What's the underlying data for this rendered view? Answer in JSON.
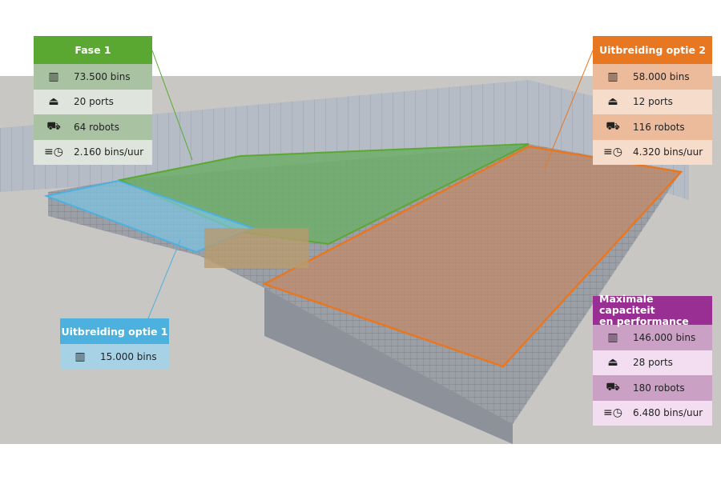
{
  "colors": {
    "fase1": "#5aa832",
    "optie1": "#4cb1df",
    "optie2": "#e87722",
    "max": "#9a2f93"
  },
  "fase1": {
    "title": "Fase 1",
    "rows": [
      {
        "icon": "bins-icon",
        "text": "73.500 bins"
      },
      {
        "icon": "port-icon",
        "text": "20 ports"
      },
      {
        "icon": "robot-icon",
        "text": "64 robots"
      },
      {
        "icon": "clock-speed-icon",
        "text": "2.160 bins/uur"
      }
    ]
  },
  "optie2": {
    "title": "Uitbreiding optie 2",
    "rows": [
      {
        "icon": "bins-icon",
        "text": "58.000 bins"
      },
      {
        "icon": "port-icon",
        "text": "12 ports"
      },
      {
        "icon": "robot-icon",
        "text": "116 robots"
      },
      {
        "icon": "clock-speed-icon",
        "text": "4.320 bins/uur"
      }
    ]
  },
  "optie1": {
    "title": "Uitbreiding optie 1",
    "rows": [
      {
        "icon": "bins-icon",
        "text": "15.000 bins"
      }
    ]
  },
  "max": {
    "title_line1": "Maximale capaciteit",
    "title_line2": "en performance",
    "rows": [
      {
        "icon": "bins-icon",
        "text": "146.000 bins"
      },
      {
        "icon": "port-icon",
        "text": "28 ports"
      },
      {
        "icon": "robot-icon",
        "text": "180 robots"
      },
      {
        "icon": "clock-speed-icon",
        "text": "6.480 bins/uur"
      }
    ]
  }
}
